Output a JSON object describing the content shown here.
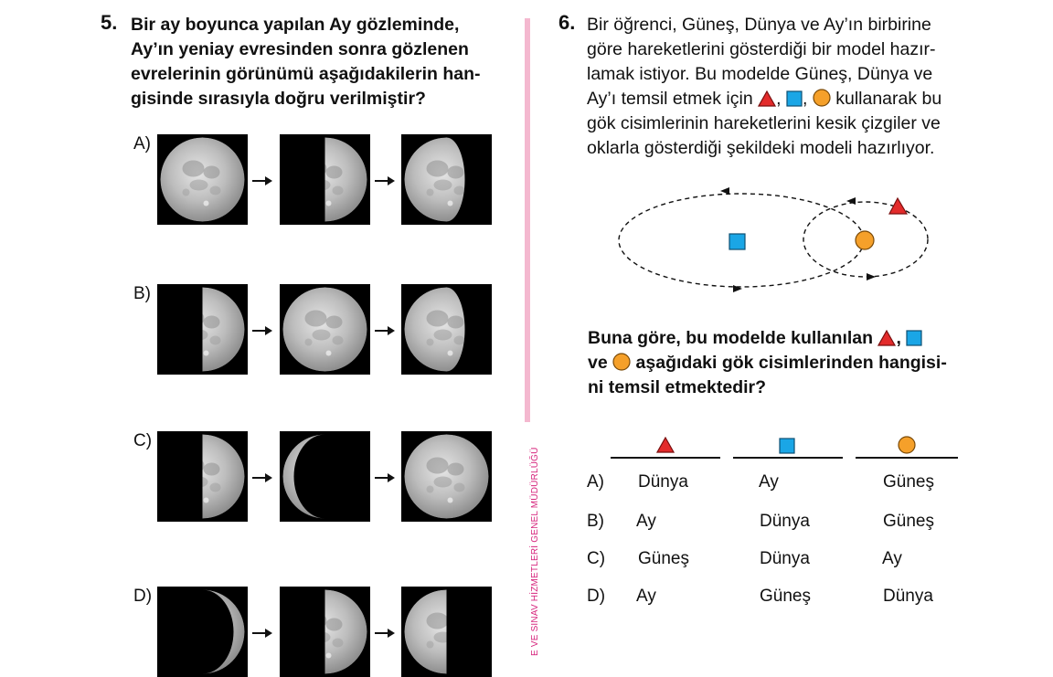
{
  "q5": {
    "number": "5.",
    "lines": [
      "Bir ay boyunca yapılan Ay gözleminde,",
      "Ay’ın yeniay evresinden sonra gözlenen",
      "evrelerinin görünümü aşağıdakilerin han-",
      "gisinde sırasıyla doğru verilmiştir?"
    ],
    "options": [
      {
        "label": "A)",
        "phases": [
          "full-moon-icon",
          "first-quarter-moon-icon",
          "waning-gibbous-moon-icon"
        ]
      },
      {
        "label": "B)",
        "phases": [
          "first-quarter-moon-icon",
          "full-moon-icon",
          "waning-gibbous-moon-icon"
        ]
      },
      {
        "label": "C)",
        "phases": [
          "first-quarter-moon-icon",
          "crescent-moon-icon",
          "full-moon-icon"
        ]
      },
      {
        "label": "D)",
        "phases": [
          "crescent-moon-icon",
          "first-quarter-moon-icon",
          "last-quarter-moon-icon"
        ]
      }
    ]
  },
  "q6": {
    "number": "6.",
    "line1": "Bir öğrenci, Güneş, Dünya ve Ay’ın birbirine",
    "line2": "göre hareketlerini gösterdiği bir model hazır-",
    "line3": "lamak istiyor. Bu modelde Güneş, Dünya ve",
    "line4_pre": "Ay’ı temsil etmek için",
    "sep1": ",",
    "sep2": ",",
    "line4_post": "kullanarak bu",
    "line5": "gök cisimlerinin hareketlerini kesik çizgiler ve",
    "line6": "oklarla gösterdiği şekildeki modeli hazırlıyor.",
    "question_line1_pre": "Buna göre, bu modelde kullanılan",
    "question_sep": ",",
    "question_line2_pre": "ve",
    "question_line2_post": "aşağıdaki gök cisimlerinden hangisi-",
    "question_line3": "ni temsil etmektedir?",
    "options": [
      {
        "label": "A)",
        "triangle": "Dünya",
        "square": "Ay",
        "circle": "Güneş"
      },
      {
        "label": "B)",
        "triangle": "Ay",
        "square": "Dünya",
        "circle": "Güneş"
      },
      {
        "label": "C)",
        "triangle": "Güneş",
        "square": "Dünya",
        "circle": "Ay"
      },
      {
        "label": "D)",
        "triangle": "Ay",
        "square": "Güneş",
        "circle": "Dünya"
      }
    ]
  },
  "side_text": "E VE SINAV HİZMETLERİ GENEL MÜDÜRLÜĞÜ",
  "colors": {
    "triangle": "#e32b2b",
    "square": "#1aa6e6",
    "circle": "#f5a02a",
    "divider": "#f4b8cf",
    "side_text": "#d6247c"
  }
}
